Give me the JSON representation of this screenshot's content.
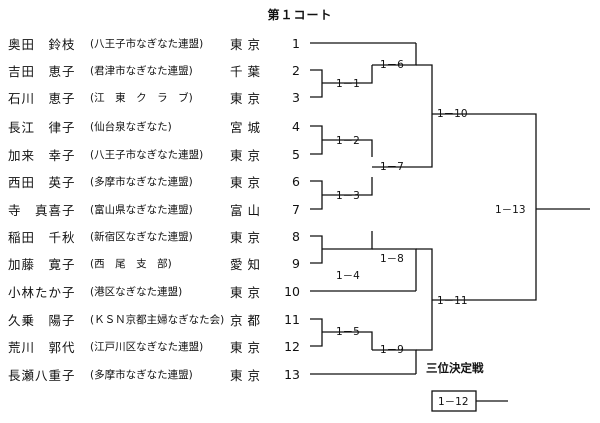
{
  "title": "第１コート",
  "players": [
    {
      "name": "奥田　鈴枝",
      "club": "(八王子市なぎなた連盟)",
      "pref": "東京",
      "no": "1"
    },
    {
      "name": "吉田　恵子",
      "club": "(君津市なぎなた連盟)",
      "pref": "千葉",
      "no": "2"
    },
    {
      "name": "石川　恵子",
      "club": "(江　東　ク　ラ　ブ)",
      "pref": "東京",
      "no": "3"
    },
    {
      "name": "長江　律子",
      "club": "(仙台泉なぎなた)",
      "pref": "宮城",
      "no": "4"
    },
    {
      "name": "加来　幸子",
      "club": "(八王子市なぎなた連盟)",
      "pref": "東京",
      "no": "5"
    },
    {
      "name": "西田　英子",
      "club": "(多摩市なぎなた連盟)",
      "pref": "東京",
      "no": "6"
    },
    {
      "name": "寺　真喜子",
      "club": "(富山県なぎなた連盟)",
      "pref": "富山",
      "no": "7"
    },
    {
      "name": "稲田　千秋",
      "club": "(新宿区なぎなた連盟)",
      "pref": "東京",
      "no": "8"
    },
    {
      "name": "加藤　寛子",
      "club": "(西　尾　支　部)",
      "pref": "愛知",
      "no": "9"
    },
    {
      "name": "小林たか子",
      "club": "(港区なぎなた連盟)",
      "pref": "東京",
      "no": "10"
    },
    {
      "name": "久乗　陽子",
      "club": "(ＫＳＮ京都主婦なぎなた会)",
      "pref": "京都",
      "no": "11"
    },
    {
      "name": "荒川　郭代",
      "club": "(江戸川区なぎなた連盟)",
      "pref": "東京",
      "no": "12"
    },
    {
      "name": "長瀬八重子",
      "club": "(多摩市なぎなた連盟)",
      "pref": "東京",
      "no": "13"
    }
  ],
  "matches": {
    "m1": "1－1",
    "m2": "1－2",
    "m3": "1－3",
    "m4": "1－4",
    "m5": "1－5",
    "m6": "1－6",
    "m7": "1－7",
    "m8": "1－8",
    "m9": "1－9",
    "m10": "1－10",
    "m11": "1－11",
    "m12": "1－12",
    "m13": "1－13"
  },
  "third_place": {
    "label": "三位決定戦"
  }
}
